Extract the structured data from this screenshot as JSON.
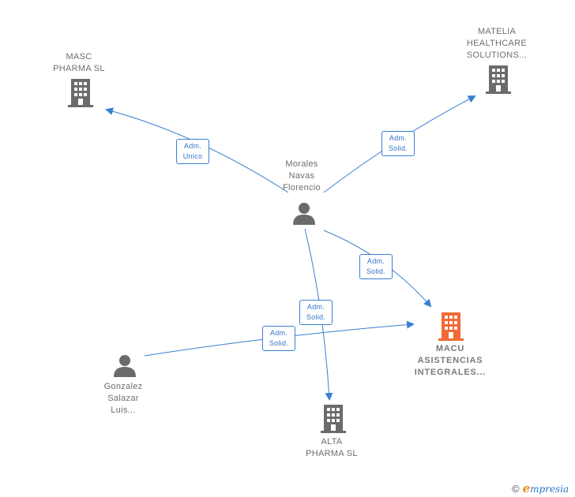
{
  "colors": {
    "edge": "#3a7fd0",
    "node_gray": "#6b6b6b",
    "node_focus": "#f06a35"
  },
  "nodes": {
    "masc": {
      "lines": [
        "MASC",
        "PHARMA  SL"
      ],
      "icon": "building-icon"
    },
    "matelia": {
      "lines": [
        "MATELIA",
        "HEALTHCARE",
        "SOLUTIONS..."
      ],
      "icon": "building-icon"
    },
    "morales": {
      "lines": [
        "Morales",
        "Navas",
        "Florencio"
      ],
      "icon": "person-icon"
    },
    "macu": {
      "lines": [
        "MACU",
        "ASISTENCIAS",
        "INTEGRALES..."
      ],
      "icon": "building-icon"
    },
    "gonzalez": {
      "lines": [
        "Gonzalez",
        "Salazar",
        "Luis..."
      ],
      "icon": "person-icon"
    },
    "alta": {
      "lines": [
        "ALTA",
        "PHARMA  SL"
      ],
      "icon": "building-icon"
    }
  },
  "edges": {
    "morales_masc": [
      "Adm.",
      "Unico"
    ],
    "morales_matelia": [
      "Adm.",
      "Solid."
    ],
    "morales_macu": [
      "Adm.",
      "Solid."
    ],
    "morales_alta": [
      "Adm.",
      "Solid."
    ],
    "gonzalez_macu": [
      "Adm.",
      "Solid."
    ]
  },
  "footer": {
    "copyright": "©",
    "brand_initial": "e",
    "brand_rest": "mpresia"
  }
}
